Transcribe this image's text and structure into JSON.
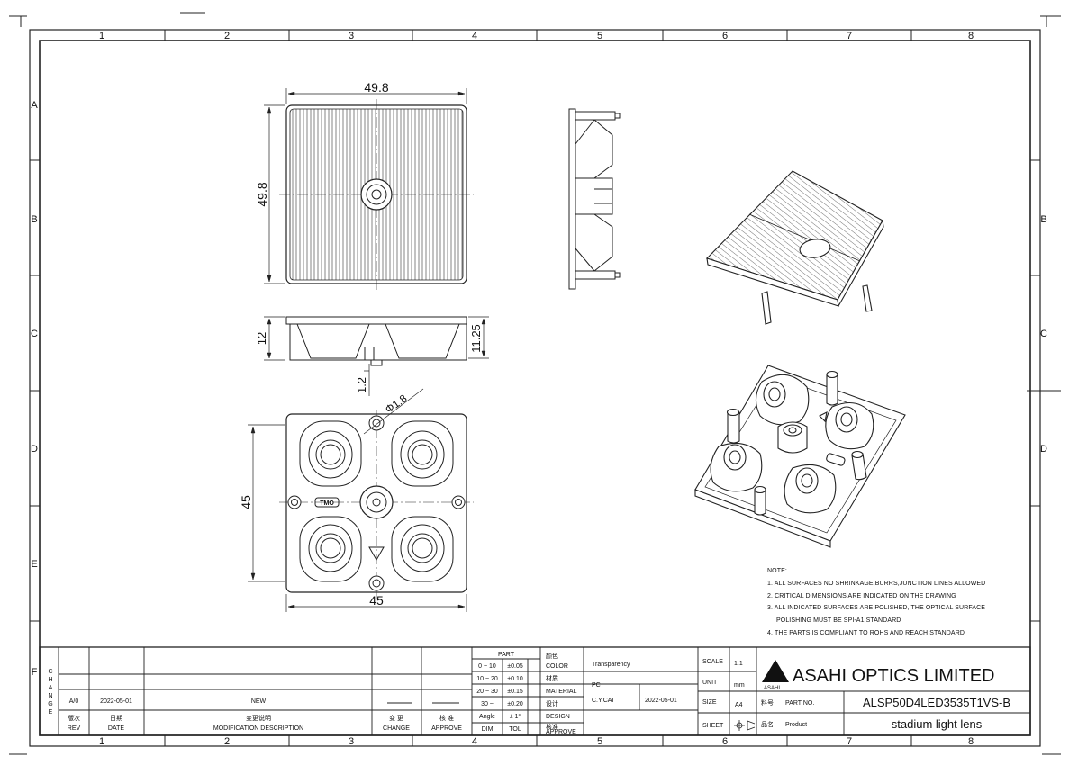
{
  "grid": {
    "columns": [
      "1",
      "2",
      "3",
      "4",
      "5",
      "6",
      "7",
      "8"
    ],
    "rows": [
      "A",
      "B",
      "C",
      "D",
      "E",
      "F"
    ]
  },
  "dimensions": {
    "top_width": "49.8",
    "top_height": "49.8",
    "side_height": "12",
    "side_height_right": "11.25",
    "pin_length": "1.2",
    "hole_dia": "Φ1.8",
    "bottom_height": "45",
    "bottom_width": "45"
  },
  "notes": {
    "title": "NOTE:",
    "items": [
      "1. ALL SURFACES NO SHRINKAGE,BURRS,JUNCTION LINES ALLOWED",
      "2. CRITICAL DIMENSIONS ARE INDICATED ON THE DRAWING",
      "3. ALL INDICATED SURFACES ARE POLISHED, THE OPTICAL SURFACE",
      "POLISHING MUST BE SPI-A1 STANDARD",
      "4. THE PARTS IS COMPLIANT TO ROHS AND REACH STANDARD"
    ]
  },
  "title_block": {
    "change_vertical": [
      "C",
      "H",
      "A",
      "N",
      "G",
      "E"
    ],
    "rev_row": {
      "rev": "A/0",
      "date": "2022-05-01",
      "description": "NEW"
    },
    "headers": {
      "rev_cn": "版次",
      "rev_en": "REV",
      "date_cn": "日期",
      "date_en": "DATE",
      "desc_cn": "变更说明",
      "desc_en": "MODIFICATION DESCRIPTION",
      "change_cn": "变 更",
      "change_en": "CHANGE",
      "approve_cn": "核 准",
      "approve_en": "APPROVE"
    },
    "tolerance": {
      "part": "PART",
      "rows": [
        {
          "range": "0 ~ 10",
          "tol": "±0.05"
        },
        {
          "range": "10 ~ 20",
          "tol": "±0.10"
        },
        {
          "range": "20 ~ 30",
          "tol": "±0.15"
        },
        {
          "range": "30 ~",
          "tol": "±0.20"
        },
        {
          "range": "Angle",
          "tol": "± 1°"
        }
      ],
      "dim": "DIM",
      "tol": "TOL"
    },
    "props": {
      "color_cn": "颜色",
      "color_en": "COLOR",
      "color_val": "Transparency",
      "material_cn": "材质",
      "material_en": "MATERIAL",
      "material_val": "PC",
      "design_cn": "设计",
      "design_en": "DESIGN",
      "designer": "C.Y.CAI",
      "design_date": "2022-05-01",
      "approve_cn": "核准",
      "approve_en": "APPROVE"
    },
    "sheet_info": {
      "scale_label": "SCALE",
      "scale_val": "1:1",
      "unit_label": "UNIT",
      "unit_val": "mm",
      "size_label": "SIZE",
      "size_val": "A4",
      "sheet_label": "SHEET"
    },
    "company": {
      "logo_text": "ASAHI",
      "name": "ASAHI OPTICS LIMITED",
      "part_no_cn": "料号",
      "part_no_label": "PART NO.",
      "part_no": "ALSP50D4LED3535T1VS-B",
      "product_cn": "品名",
      "product_label": "Product",
      "product": "stadium light lens"
    }
  },
  "logo_mark": "TMO"
}
